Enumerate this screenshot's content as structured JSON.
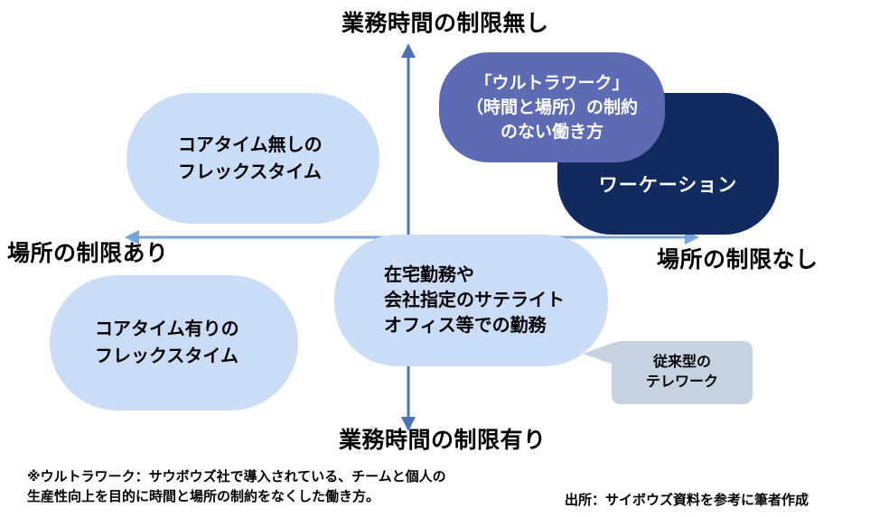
{
  "diagram": {
    "axis": {
      "top": "業務時間の制限無し",
      "bottom": "業務時間の制限有り",
      "left": "場所の制限あり",
      "right": "場所の制限なし"
    },
    "bubbles": {
      "flex_no_core_time": {
        "line1": "コアタイム無しの",
        "line2": "フレックスタイム"
      },
      "flex_with_core_time": {
        "line1": "コアタイム有りの",
        "line2": "フレックスタイム"
      },
      "telework_center": {
        "line1": "在宅勤務や",
        "line2": "会社指定のサテライト",
        "line3": "オフィス等での勤務"
      },
      "ultrawork": {
        "line1": "「ウルトラワーク」",
        "line2": "（時間と場所）の制約",
        "line3": "のない働き方"
      },
      "workation": {
        "label": "ワーケーション"
      },
      "conventional_telework": {
        "line1": "従来型の",
        "line2": "テレワーク"
      }
    },
    "colors": {
      "light_blue": "#CBDCF6",
      "purple": "#5C6BB4",
      "navy": "#122B5E",
      "gray_blue": "#C5D2DF",
      "axis_vertical": "#4C72B8",
      "axis_horizontal": "#76A4DC"
    },
    "footnote_line1": "※ウルトラワーク：サウボウズ社で導入されている、チームと個人の",
    "footnote_line2": "生産性向上を目的に時間と場所の制約をなくした働き方。",
    "source": "出所：サイボウズ資料を参考に筆者作成"
  }
}
